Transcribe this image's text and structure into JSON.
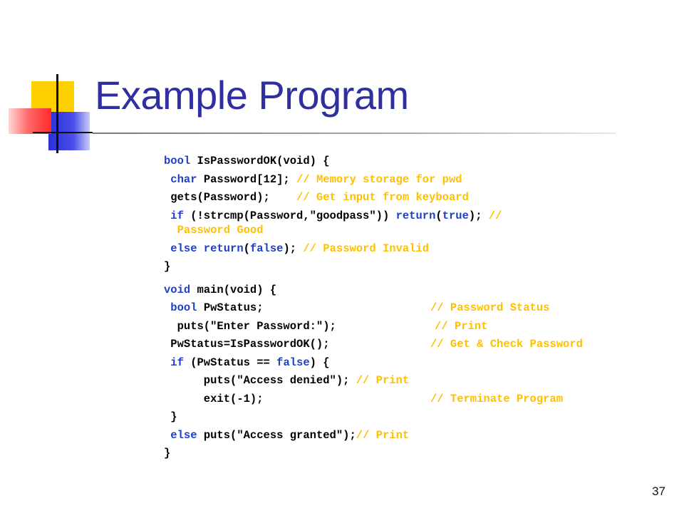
{
  "slide": {
    "title": "Example Program",
    "page_number": "37"
  },
  "code": {
    "f_sig_kw": "bool",
    "f_sig_rest": " IsPasswordOK(void) {",
    "l2_kw": " char",
    "l2_code": " Password[12]; ",
    "l2_cmt": "// Memory storage for pwd",
    "l3_code": " gets(Password);    ",
    "l3_cmt": "// Get input from keyboard",
    "l4_kw1": " if",
    "l4_code1": " (!strcmp(Password,\"goodpass\")) ",
    "l4_kw2": "return",
    "l4_code2": "(",
    "l4_kw3": "true",
    "l4_code3": "); ",
    "l4_cmt1": "//",
    "l4_cmt2": "  Password Good",
    "l5_kw1": " else return",
    "l5_code1": "(",
    "l5_kw2": "false",
    "l5_code2": "); ",
    "l5_cmt": "// Password Invalid",
    "l6_code": "}",
    "m1_kw": "void",
    "m1_code": " main(void) {",
    "m2_kw": " bool",
    "m2_code": " PwStatus;",
    "m2_cmt": "// Password Status",
    "m3_code": "  puts(\"Enter Password:\");",
    "m3_cmt": "// Print",
    "m4_code": " PwStatus=IsPasswordOK();",
    "m4_cmt": "// Get & Check Password",
    "m5_kw1": " if",
    "m5_code1": " (PwStatus == ",
    "m5_kw2": "false",
    "m5_code2": ") {",
    "m6_code": "      puts(\"Access denied\"); ",
    "m6_cmt": "// Print",
    "m7_code": "      exit(-1);",
    "m7_cmt": "// Terminate Program",
    "m8_code": " }",
    "m9_kw": " else",
    "m9_code": " puts(\"Access granted\");",
    "m9_cmt": "// Print",
    "m10_code": "}"
  }
}
